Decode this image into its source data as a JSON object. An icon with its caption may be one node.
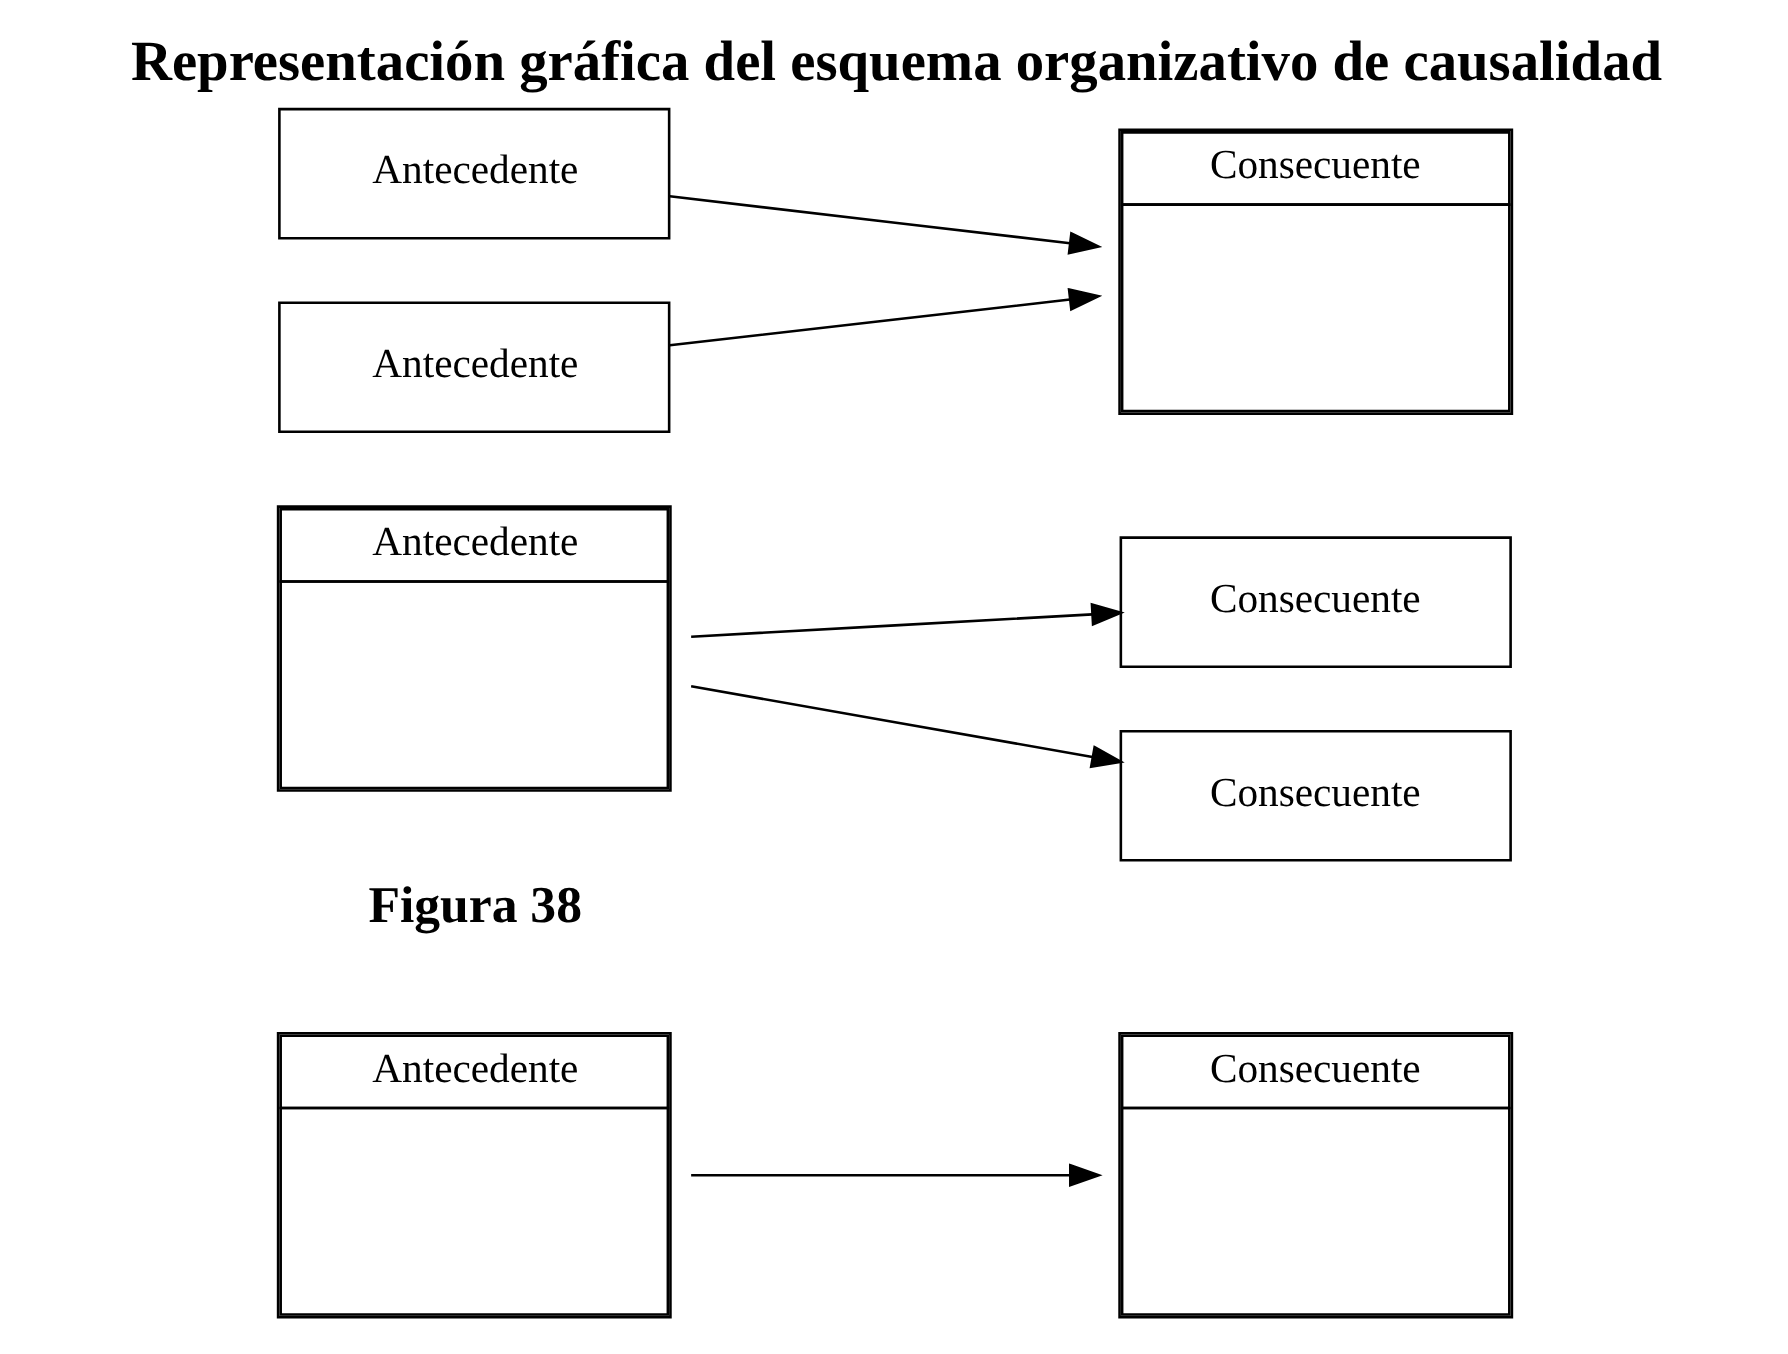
{
  "diagram": {
    "title": "Representación gráfica del esquema organizativo de causalidad",
    "nodes": [
      {
        "text": [
          "Antecedente"
        ]
      },
      {
        "text": [
          "Consecuente"
        ]
      },
      {
        "text": [
          "Antecedente"
        ]
      },
      {
        "text": [
          "Consecuente"
        ]
      },
      {
        "text": [
          "Consecuente"
        ]
      },
      {
        "text": [
          "Antecedente"
        ]
      },
      {
        "text": [
          "Antecedente"
        ]
      },
      {
        "text": [
          "Consecuente"
        ]
      }
    ],
    "edges": [
      {
        "from": 0,
        "to": 1,
        "arrow": "to"
      },
      {
        "from": 2,
        "to": 3,
        "arrow": "to"
      },
      {
        "from": 2,
        "to": 4,
        "arrow": "to"
      },
      {
        "from": 5,
        "to": 7,
        "arrow": "to"
      },
      {
        "from": 6,
        "to": 7,
        "arrow": "to"
      }
    ],
    "labels": [
      "Figura 38"
    ]
  }
}
